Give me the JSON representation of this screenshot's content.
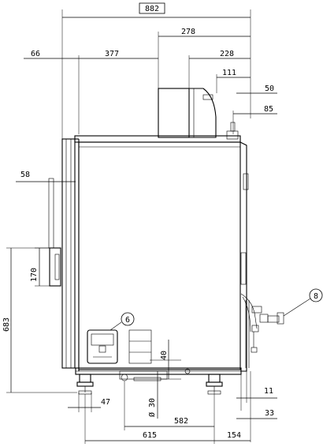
{
  "drawing": {
    "overall_width_label": "882",
    "dimensions": {
      "d66": "66",
      "d377": "377",
      "d278": "278",
      "d228": "228",
      "d111": "111",
      "d50": "50",
      "d85": "85",
      "d58": "58",
      "d170": "170",
      "d683": "683",
      "d40": "40",
      "d30": "Ø 30",
      "d47": "47",
      "d11": "11",
      "d33": "33",
      "d582": "582",
      "d615": "615",
      "d154": "154"
    },
    "callouts": {
      "c6": "6",
      "c8": "8"
    }
  }
}
